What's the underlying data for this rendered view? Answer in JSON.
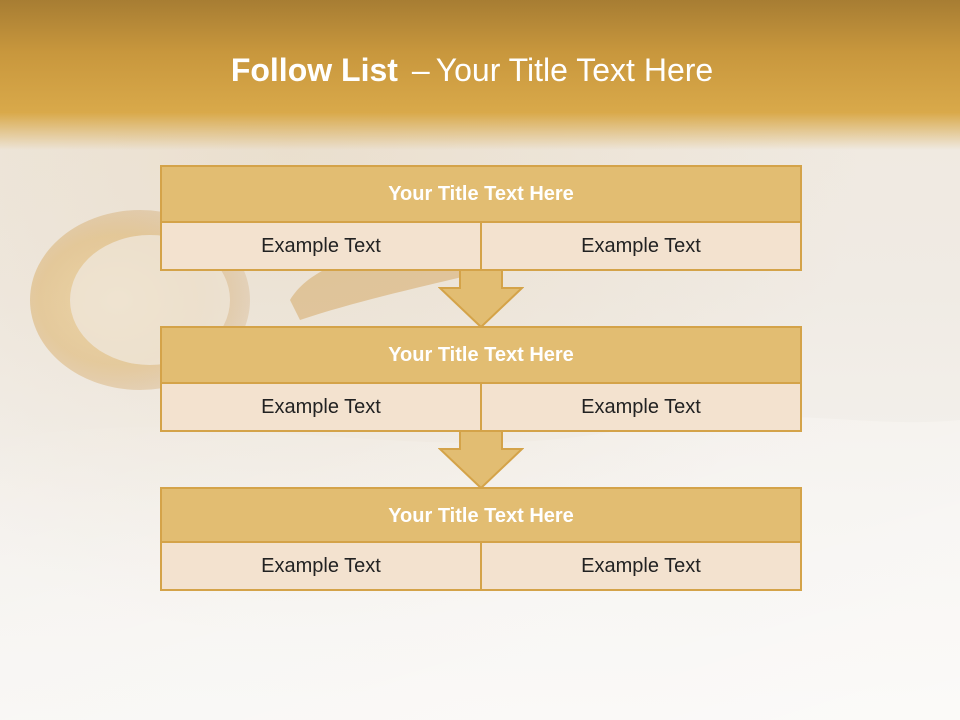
{
  "slide": {
    "title_bold": "Follow List",
    "title_dash": "–",
    "title_rest": "Your Title Text Here"
  },
  "steps": [
    {
      "title": "Your Title Text Here",
      "left": "Example Text",
      "right": "Example Text"
    },
    {
      "title": "Your Title Text Here",
      "left": "Example Text",
      "right": "Example Text"
    },
    {
      "title": "Your Title Text Here",
      "left": "Example Text",
      "right": "Example Text"
    }
  ],
  "colors": {
    "header_gold": "#c8973d",
    "title_box": "#e2bd72",
    "cell_fill": "#f3e2cf",
    "border": "#d4a349"
  }
}
